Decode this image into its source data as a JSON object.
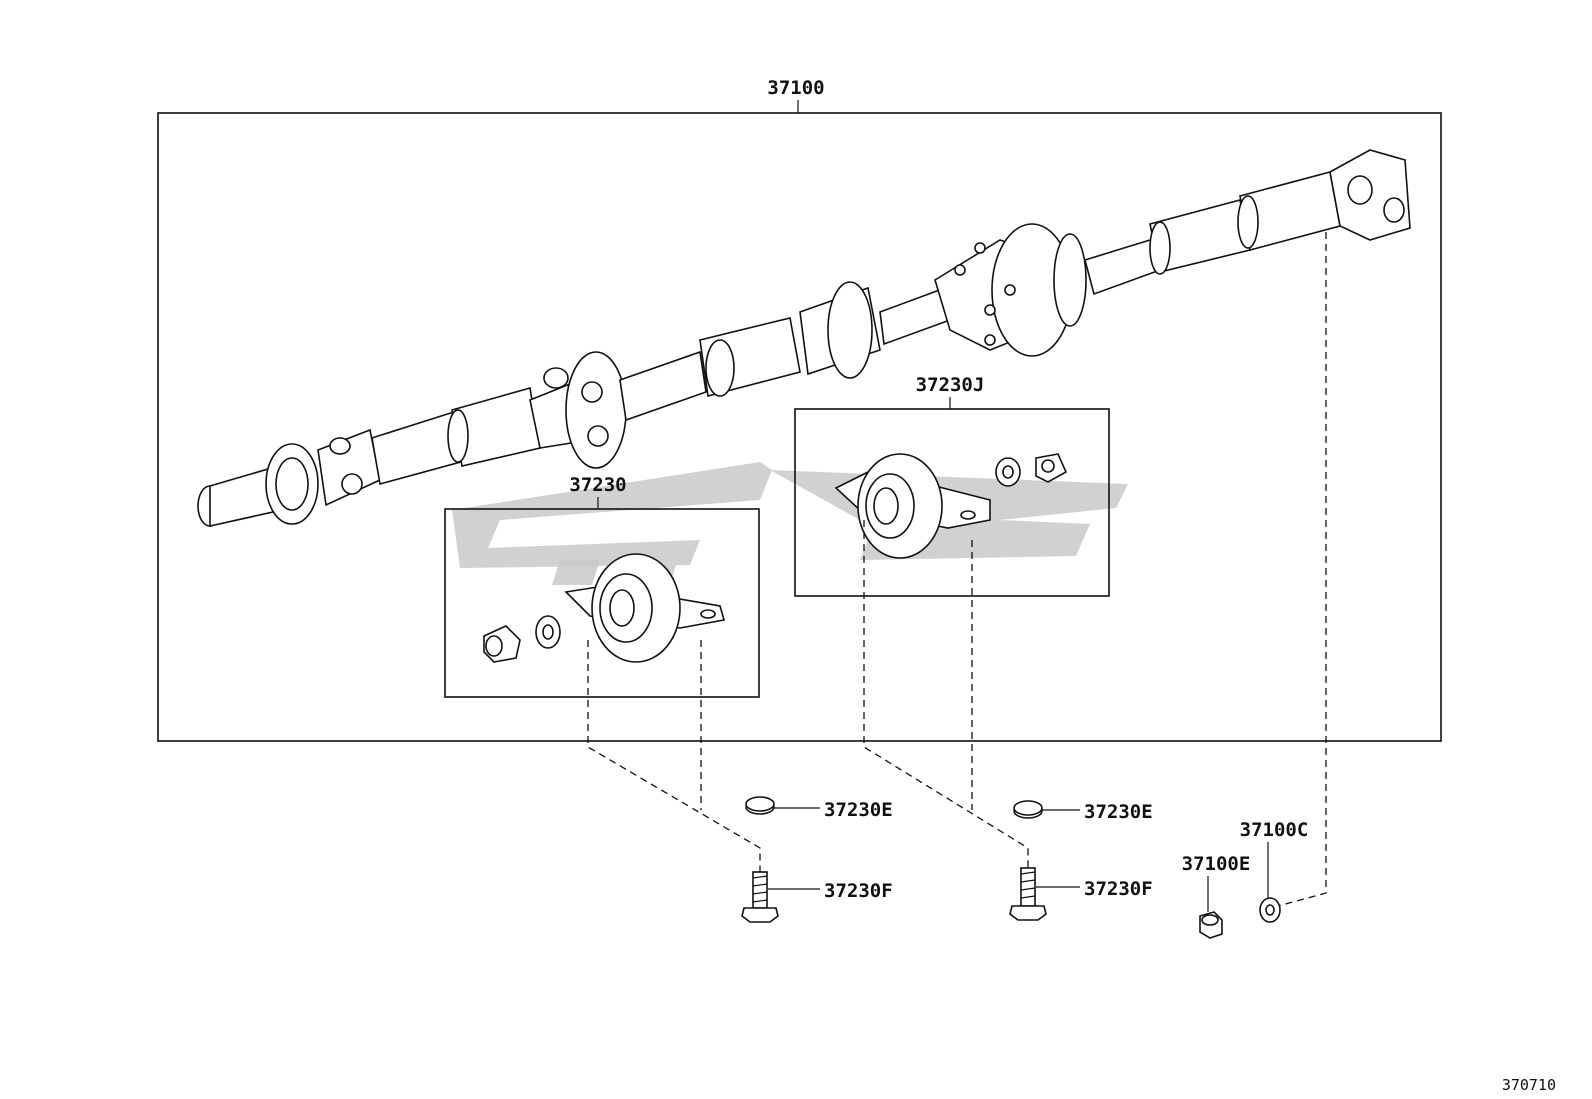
{
  "figure_number": "370710",
  "callouts": {
    "assembly": "37100",
    "bearing_front": "37230",
    "bearing_rear": "37230J",
    "washer_1": "37230E",
    "washer_2": "37230E",
    "bolt_1": "37230F",
    "bolt_2": "37230F",
    "nut": "37100E",
    "washer_flange": "37100C"
  },
  "watermark_glyphs": "logo"
}
